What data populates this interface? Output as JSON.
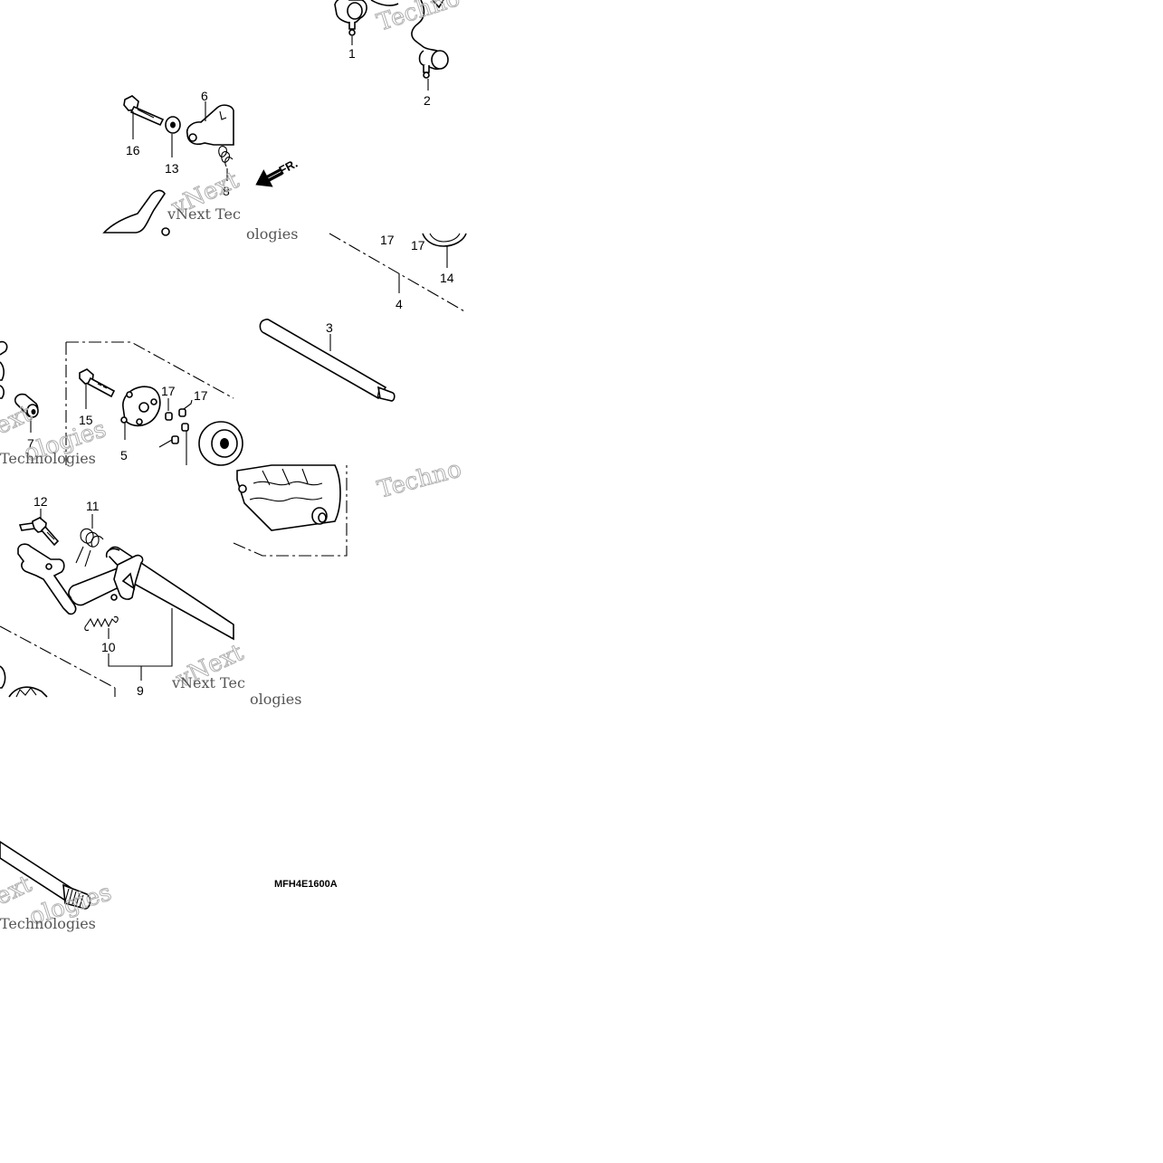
{
  "diagram": {
    "callouts": {
      "c1": "1",
      "c2": "2",
      "c3": "3",
      "c4": "4",
      "c5": "5",
      "c6": "6",
      "c7": "7",
      "c8": "8",
      "c9": "9",
      "c10": "10",
      "c11": "11",
      "c12": "12",
      "c13": "13",
      "c14": "14",
      "c15": "15",
      "c16": "16",
      "c17a": "17",
      "c17b": "17",
      "c17c": "17",
      "c17d": "17"
    },
    "direction_label": "FR.",
    "drawing_code": "MFH4E1600A",
    "watermark": {
      "brand": "vNext",
      "tech": "Techno",
      "tech_full": "Technologies",
      "vnext_tec": "vNext Tec",
      "ologies": "ologies",
      "ext": "ext"
    },
    "icons": [
      "front-direction-arrow-icon"
    ]
  }
}
